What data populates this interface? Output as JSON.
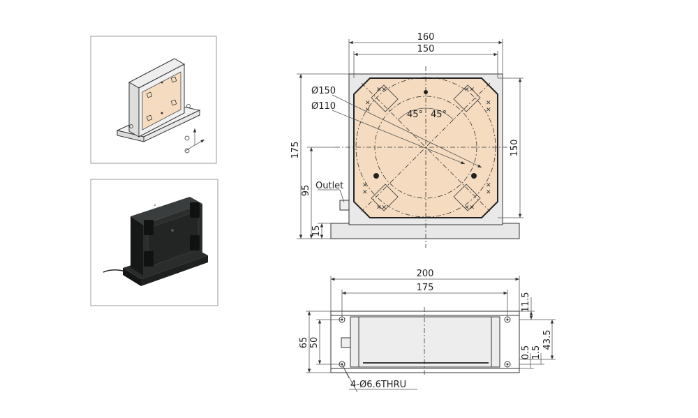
{
  "top_view": {
    "width_outer": "160",
    "width_inner": "150",
    "height_total": "175",
    "height_inner": "150",
    "height_outlet": "95",
    "base_height": "15",
    "dia_outer": "Ø150",
    "dia_inner": "Ø110",
    "angle_left": "45°",
    "angle_right": "45°",
    "outlet_label": "Outlet"
  },
  "bottom_view": {
    "width_outer": "200",
    "width_inner": "175",
    "height_outer": "65",
    "height_inner": "50",
    "dim_11_5": "11.5",
    "dim_0_5": "0.5",
    "dim_1_5": "1.5",
    "dim_43_5": "43.5",
    "holes_label": "4-Ø6.6THRU"
  },
  "colors": {
    "plate_fill": "#f5dcc0",
    "body_dark": "#1d1f1f",
    "frame_gray": "#e9e9e9",
    "line": "#333333"
  }
}
